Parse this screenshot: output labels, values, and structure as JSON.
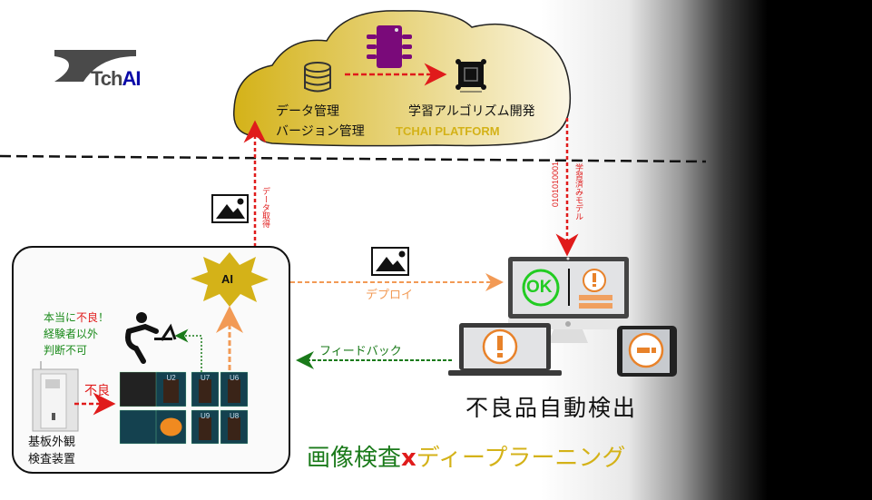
{
  "logo": {
    "prefix": "Tch",
    "suffix": "AI",
    "suffix_color": "#0a0aa8",
    "mark_color": "#4a4a4a"
  },
  "cloud": {
    "fill_from": "#d4b218",
    "fill_to": "#fbf6e4",
    "left_label_line1": "データ管理",
    "left_label_line2": "バージョン管理",
    "right_label": "学習アルゴリズム開発",
    "platform_label": "TCHAI PLATFORM",
    "platform_color": "#d4b218",
    "icons": [
      "database-icon",
      "chip-icon",
      "processor-icon"
    ]
  },
  "divider": {
    "style": "dashed",
    "color": "#111111"
  },
  "arrows": {
    "data_acquire": {
      "label": "データ取得",
      "color": "#e01b1b"
    },
    "trained_model": {
      "label_bits": "0101010001",
      "label": "学習済みモデル",
      "color": "#e01b1b"
    },
    "deploy": {
      "label": "デプロイ",
      "color": "#f29a55"
    },
    "feedback": {
      "label": "フィードバック",
      "color": "#1a7a1a"
    },
    "defect": {
      "label": "不良",
      "color": "#e01b1b"
    }
  },
  "inspection_box": {
    "ai_star_label": "AI",
    "ai_star_color": "#d4b218",
    "note_prefix": "本当に",
    "note_highlight": "不良",
    "note_suffix": "！",
    "note_line2": "経験者以外",
    "note_line3": "判断不可",
    "note_color": "#1a8a1a",
    "note_highlight_color": "#e01b1b",
    "machine_label_line1": "基板外観",
    "machine_label_line2": "検査装置",
    "pcb_tiles": [
      "",
      "U2",
      "U7",
      "U6",
      "",
      "",
      "U9",
      "U8"
    ]
  },
  "devices": {
    "monitor_ok": "OK",
    "ok_color": "#22cc22",
    "alert_color": "#e8822a",
    "title": "不良品自動検出"
  },
  "footer": {
    "part1": "画像検査",
    "part1_color": "#1a7a1a",
    "x": "x",
    "x_color": "#e01b1b",
    "part2": "ディープラーニング",
    "part2_color": "#d4b218"
  }
}
